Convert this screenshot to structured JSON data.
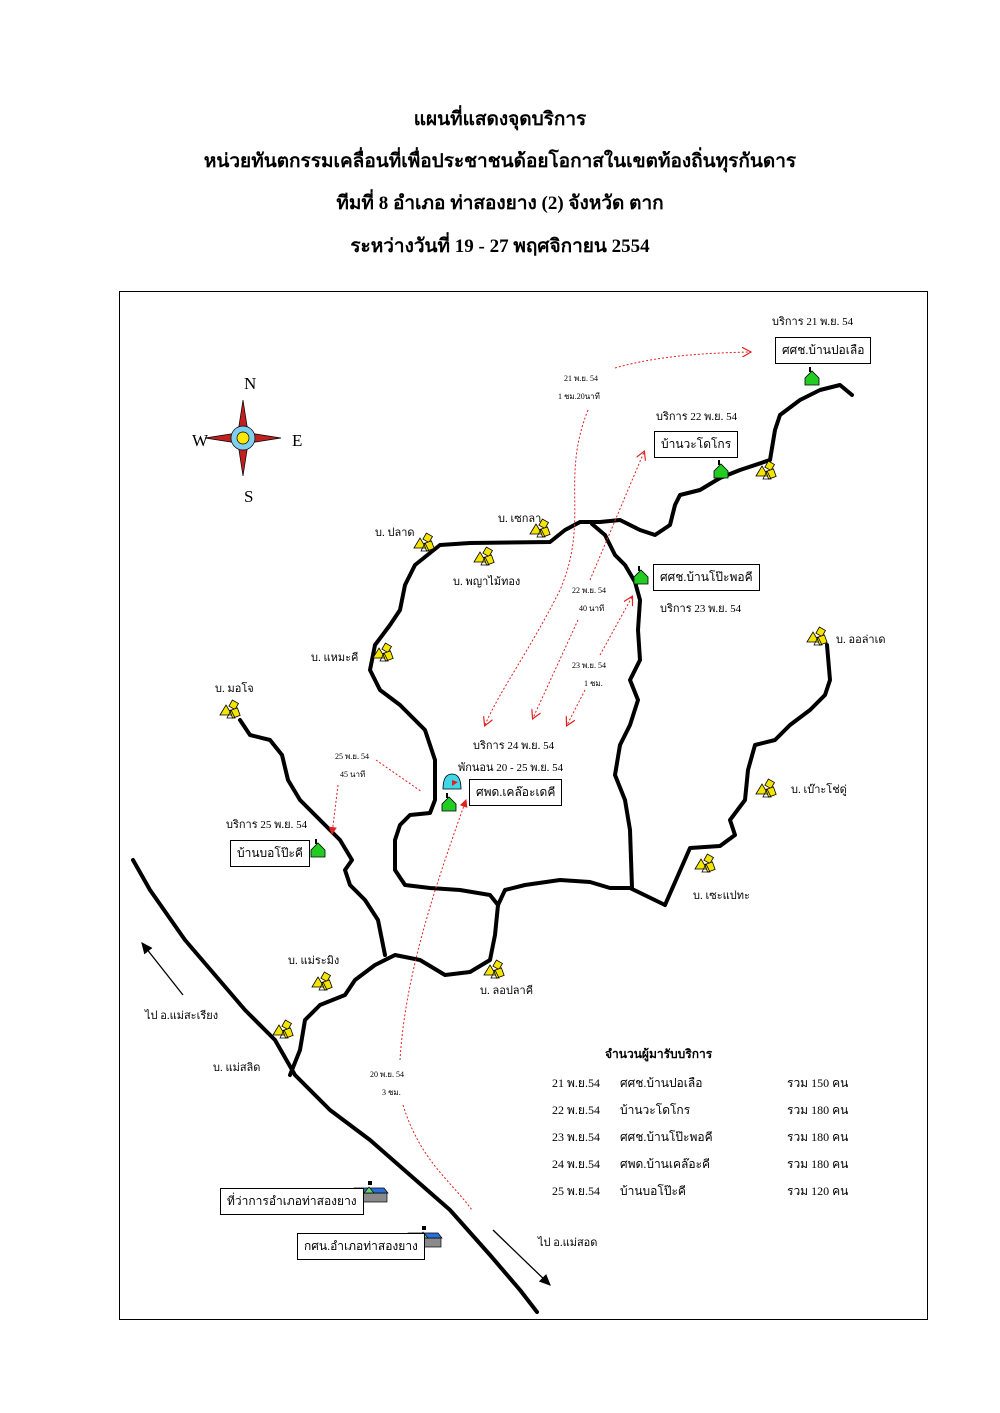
{
  "title": {
    "line1": "แผนที่แสดงจุดบริการ",
    "line2": "หน่วยทันตกรรมเคลื่อนที่เพื่อประชาชนด้อยโอกาสในเขตท้องถิ่นทุรกันดาร",
    "line3": "ทีมที่  8  อำเภอ ท่าสองยาง (2)  จังหวัด ตาก",
    "line4": "ระหว่างวันที่ 19 - 27 พฤศจิกายน 2554"
  },
  "compass": {
    "n": "N",
    "s": "S",
    "e": "E",
    "w": "W"
  },
  "service_points": [
    {
      "service": "บริการ 21 พ.ย. 54",
      "name": "ศศช.บ้านปอเลือ"
    },
    {
      "service": "บริการ 22 พ.ย. 54",
      "name": "บ้านวะโดโกร"
    },
    {
      "service": "บริการ 23 พ.ย. 54",
      "name": "ศศช.บ้านโป๊ะพอคี"
    },
    {
      "service": "บริการ 24 พ.ย. 54",
      "camp": "พักนอน 20 - 25 พ.ย. 54",
      "name": "ศพด.เคล๊อะเดคี"
    },
    {
      "service": "บริการ 25 พ.ย. 54",
      "name": "บ้านบอโป๊ะคี"
    }
  ],
  "villages": [
    "บ. ปลาด",
    "บ. เซกลา",
    "บ. พญาไม้ทอง",
    "บ. แหมะคี",
    "บ. มอโจ",
    "บ. ออล่าเด",
    "บ. เบ๊าะโช่ดู่",
    "บ. เซะแปทะ",
    "บ. แม่ระมิง",
    "บ. ลอปลาคี",
    "บ. แม่สลิด"
  ],
  "travel": [
    {
      "date": "21 พ.ย. 54",
      "time": "1 ชม.20นาที"
    },
    {
      "date": "22 พ.ย. 54",
      "time": "40 นาที"
    },
    {
      "date": "23 พ.ย. 54",
      "time": "1 ชม."
    },
    {
      "date": "25 พ.ย. 54",
      "time": "45 นาที"
    },
    {
      "date": "20 พ.ย. 54",
      "time": "3 ชม."
    }
  ],
  "offices": [
    "ที่ว่าการอำเภอท่าสองยาง",
    "กศน.อำเภอท่าสองยาง"
  ],
  "directions": [
    "ไป อ.แม่สะเรียง",
    "ไป อ.แม่สอด"
  ],
  "legend": {
    "title": "จำนวนผู้มารับบริการ",
    "rows": [
      {
        "date": "21  พ.ย.54",
        "place": "ศศช.บ้านปอเลือ",
        "total": "รวม  150  คน"
      },
      {
        "date": "22  พ.ย.54",
        "place": "บ้านวะโดโกร",
        "total": "รวม  180  คน"
      },
      {
        "date": "23  พ.ย.54",
        "place": "ศศช.บ้านโป๊ะพอคี",
        "total": "รวม  180  คน"
      },
      {
        "date": "24  พ.ย.54",
        "place": "ศพด.บ้านเคล๊อะคี",
        "total": "รวม  180  คน"
      },
      {
        "date": "25  พ.ย.54",
        "place": "บ้านบอโป๊ะคี",
        "total": "รวม  120  คน"
      }
    ]
  },
  "colors": {
    "road": "#000000",
    "route": "#e02020",
    "school": "#22cc22",
    "village": "#f5e400"
  }
}
